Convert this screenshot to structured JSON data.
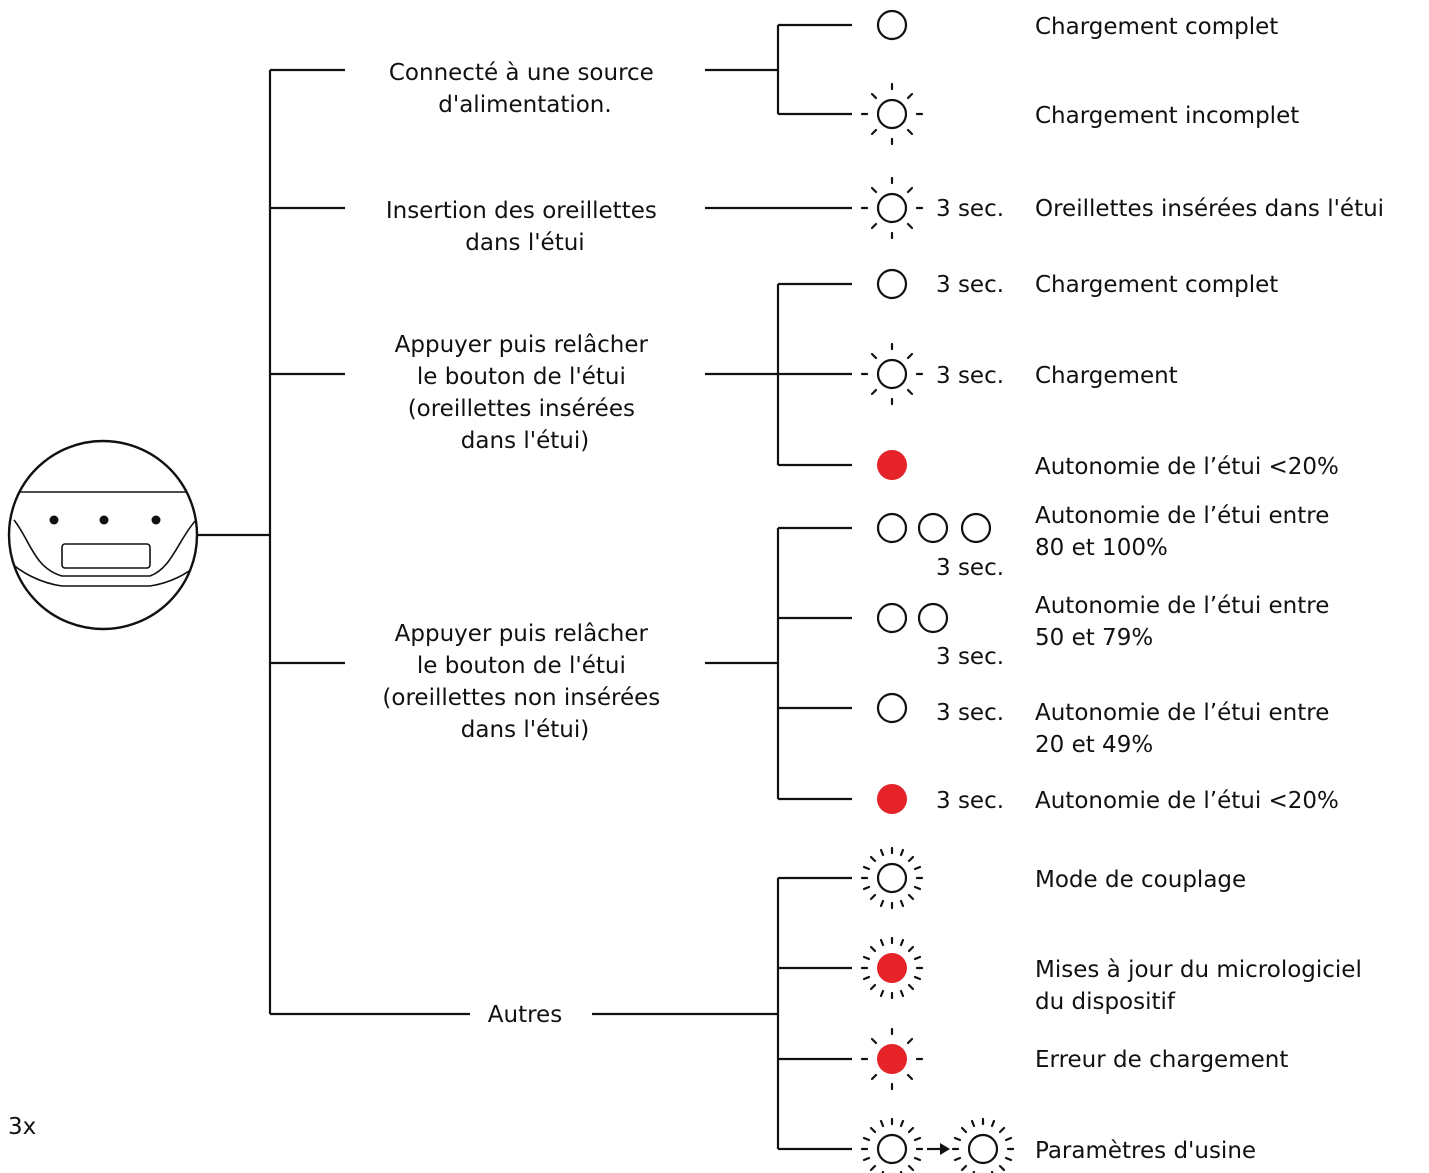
{
  "device": {
    "icon": "charging-case-icon"
  },
  "categories": {
    "power": [
      "Connecté à une source",
      "d'alimentation."
    ],
    "insert": [
      "Insertion des oreillettes",
      "dans l'étui"
    ],
    "press_in": [
      "Appuyer puis relâcher",
      "le bouton de l'étui",
      "(oreillettes insérées",
      "dans l'étui)"
    ],
    "press_out": [
      "Appuyer puis relâcher",
      "le bouton de l'étui",
      "(oreillettes non insérées",
      "dans l'étui)"
    ],
    "other": [
      "Autres"
    ]
  },
  "durations": {
    "three_sec": "3 sec."
  },
  "results": {
    "full_charge": [
      "Chargement complet"
    ],
    "incomplete_charge": [
      "Chargement incomplet"
    ],
    "earbuds_inserted": [
      "Oreillettes insérées dans l'étui"
    ],
    "full_charge_3s": [
      "Chargement complet"
    ],
    "charging": [
      "Chargement"
    ],
    "battery_low_a": [
      "Autonomie de l’étui <20%"
    ],
    "battery_80_100": [
      "Autonomie de l’étui entre",
      "80 et 100%"
    ],
    "battery_50_79": [
      "Autonomie de l’étui entre",
      "50 et 79%"
    ],
    "battery_20_49": [
      "Autonomie de l’étui entre",
      "20 et 49%"
    ],
    "battery_low_b": [
      "Autonomie de l’étui <20%"
    ],
    "pairing": [
      "Mode de couplage"
    ],
    "firmware": [
      "Mises à jour du micrologiciel",
      "du dispositif"
    ],
    "charge_error": [
      "Erreur de chargement"
    ],
    "factory_reset": [
      "Paramètres d'usine"
    ]
  },
  "footnote": "3x",
  "colors": {
    "line": "#111111",
    "led_red": "#e52329",
    "background": "#ffffff"
  },
  "led_icons": {
    "off": "led-off-icon",
    "blinking": "led-blinking-icon",
    "fast_blinking": "led-fast-blinking-icon",
    "red": "led-red-icon",
    "arrow": "arrow-right-icon"
  }
}
